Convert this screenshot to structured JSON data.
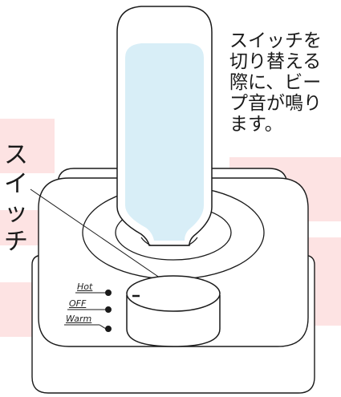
{
  "callout_note": "スイッチを\n切り替える\n際に、ビー\nプ音が鳴り\nます。",
  "switch_label_chars": [
    "ス",
    "イ",
    "ッ",
    "チ"
  ],
  "settings": [
    "Hot",
    "OFF",
    "Warm"
  ],
  "colors": {
    "watermark": "#fde3e3",
    "bottle_liquid": "#d8eef7",
    "outline": "#1a1a1a",
    "background": "#ffffff"
  }
}
